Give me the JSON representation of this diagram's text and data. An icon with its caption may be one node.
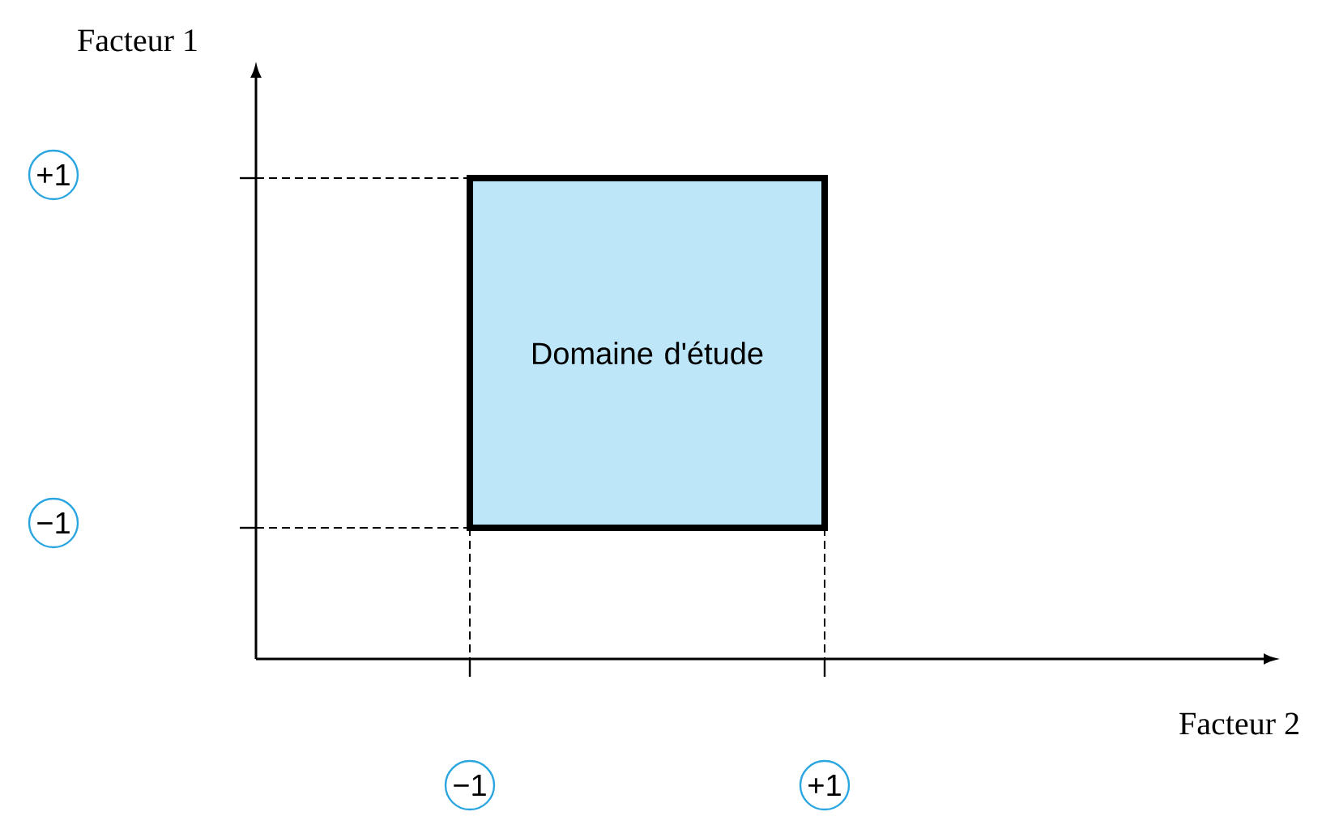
{
  "diagram": {
    "nodes": [
      {
        "text": [
          "+1"
        ]
      },
      {
        "text": [
          "Domaine d'étude"
        ]
      },
      {
        "text": [
          "−1"
        ]
      },
      {
        "text": [
          "−1"
        ]
      },
      {
        "text": [
          "+1"
        ]
      }
    ],
    "labels": [
      "Facteur 1",
      "Facteur 2"
    ]
  }
}
